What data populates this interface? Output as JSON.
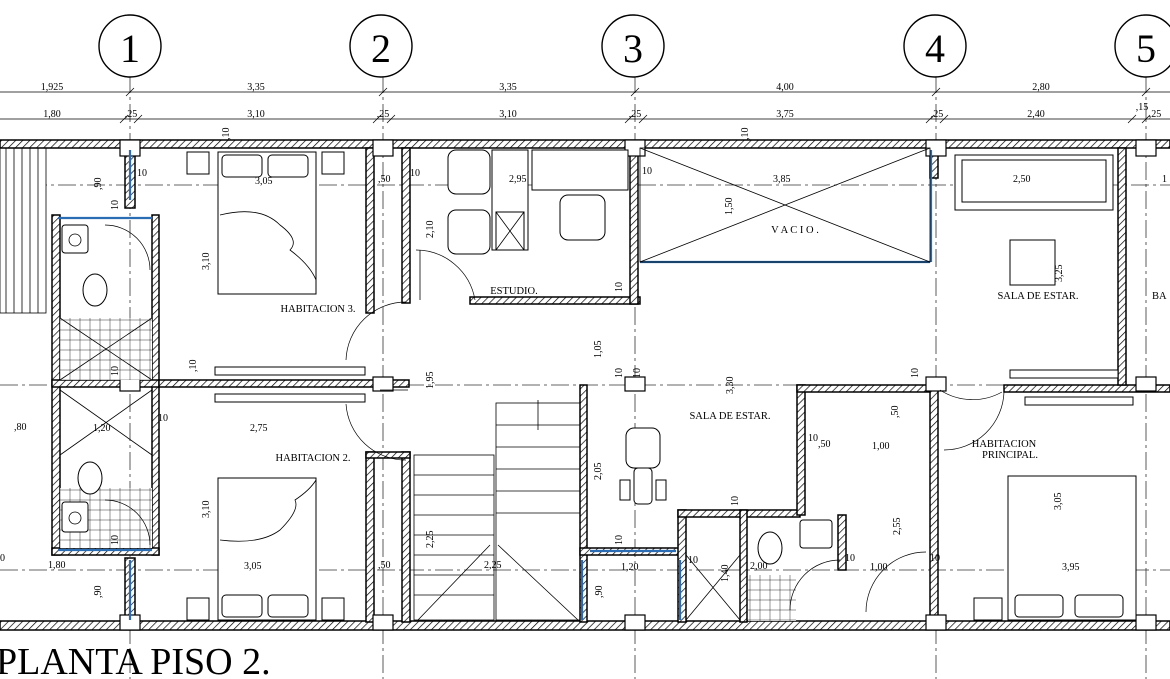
{
  "plan_title": "PLANTA PISO 2.",
  "axes": [
    "1",
    "2",
    "3",
    "4",
    "5"
  ],
  "dims_top_row": [
    "1,925",
    "3,35",
    "3,35",
    "4,00",
    "2,80"
  ],
  "dims_second_row": [
    "1,80",
    "3,10",
    "3,10",
    "3,75",
    "2,40"
  ],
  "dims_small": [
    ",25",
    ",25",
    ",25",
    ",25",
    ",15",
    ",25"
  ],
  "rooms": {
    "hab3": "HABITACION 3.",
    "hab2": "HABITACION 2.",
    "estudio": "ESTUDIO.",
    "vacio": "V A C I O .",
    "sala1": "SALA DE ESTAR.",
    "sala2": "SALA DE ESTAR.",
    "principal_1": "HABITACION",
    "principal_2": "PRINCIPAL.",
    "ba_cut": "BA"
  },
  "interior_dims": {
    "d_305_a": "3,05",
    "d_305_b": "3,05",
    "d_310_v1": "3,10",
    "d_310_v2": "3,10",
    "d_275": "2,75",
    "d_295": "2,95",
    "d_385": "3,85",
    "d_250": "2,50",
    "d_325": "3,25",
    "d_150": "1,50",
    "d_105": "1,05",
    "d_195": "1,95",
    "d_330": "3,30",
    "d_205": "2,05",
    "d_225v": "2,25",
    "d_225h": "2,25",
    "d_120a": "1,20",
    "d_120b": "1,20",
    "d_100a": "1,00",
    "d_100b": "1,00",
    "d_140": "1,40",
    "d_200": "2,00",
    "d_255": "2,55",
    "d_305_c": "3,05",
    "d_395": "3,95",
    "d_210": "2,10",
    "d_180": "1,80",
    "d_90a": ",90",
    "d_90b": ",90",
    "d_90c": ",90",
    "d_80": ",80",
    "d_50a": ",50",
    "d_50b": ",50",
    "d_50c": ",50",
    "d_50d": ",50",
    "d_10_list": [
      "10",
      "10",
      "10",
      "10",
      "10",
      "10",
      "10",
      "10",
      "10",
      "10",
      "10",
      "10",
      "10",
      "10",
      "10",
      "10",
      "10"
    ],
    "d_10_vert": [
      ",10",
      ",10",
      ",10"
    ],
    "d_0": "0",
    "d_1_cut": "1"
  }
}
